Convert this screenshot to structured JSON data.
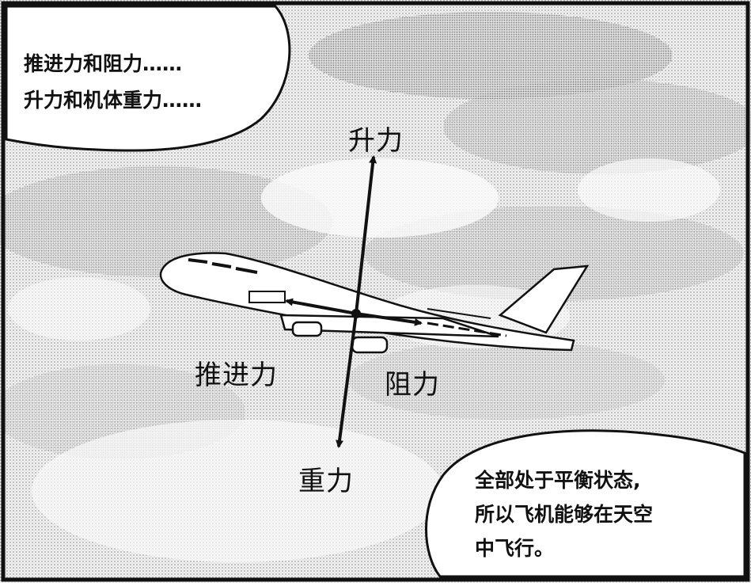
{
  "speech_top": {
    "line1": "推进力和阻力……",
    "line2": "升力和机体重力……"
  },
  "labels": {
    "lift": "升力",
    "thrust": "推进力",
    "drag": "阻力",
    "gravity": "重力"
  },
  "speech_bottom": {
    "line1": "全部处于平衡状态,",
    "line2": "所以飞机能够在天空",
    "line3": "中飞行。"
  }
}
